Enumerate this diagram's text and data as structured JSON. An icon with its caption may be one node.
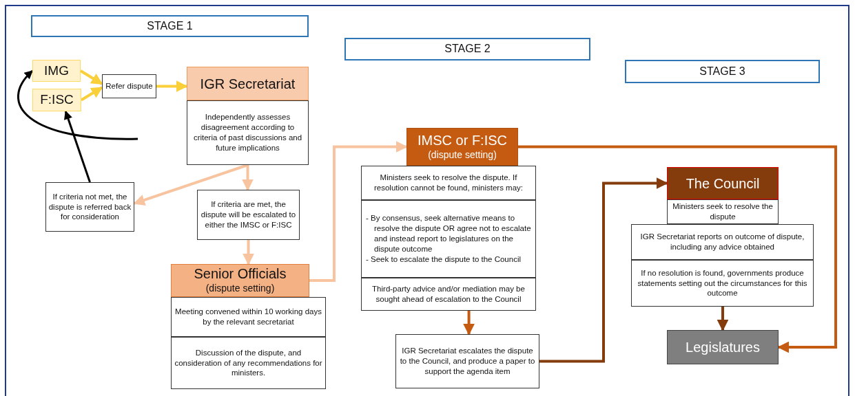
{
  "diagram": {
    "nodes": [
      {
        "text": [
          "STAGE 1"
        ]
      },
      {
        "text": [
          "STAGE 2"
        ]
      },
      {
        "text": [
          "STAGE 3"
        ]
      },
      {
        "text": [
          "IMG"
        ]
      },
      {
        "text": [
          "F:ISC"
        ]
      },
      {
        "text": [
          "Refer dispute"
        ]
      },
      {
        "text": [
          "IGR Secretariat",
          "Independently assesses disagreement according to criteria of past discussions and future implications"
        ]
      },
      {
        "text": [
          "If criteria not met, the dispute is referred back for consideration"
        ]
      },
      {
        "text": [
          "If criteria are met, the dispute will be escalated to either the IMSC or F:ISC"
        ]
      },
      {
        "text": [
          "Senior Officials",
          "(dispute setting)",
          "Meeting convened within 10 working days by the relevant secretariat",
          "Discussion of the dispute, and consideration of any recommendations for ministers."
        ]
      },
      {
        "text": [
          "IMSC or F:ISC",
          "(dispute setting)",
          "Ministers seek to resolve the dispute. If resolution cannot be found, ministers may:",
          "- By consensus, seek alternative means to resolve the dispute OR agree not to escalate and instead report to legislatures on the dispute outcome",
          "- Seek to escalate the dispute to the Council",
          "Third-party advice and/or mediation may be sought ahead of escalation to the Council"
        ]
      },
      {
        "text": [
          "IGR Secretariat escalates the dispute to the Council, and produce a paper to support the agenda item"
        ]
      },
      {
        "text": [
          "The Council",
          "Ministers seek to resolve the dispute",
          "IGR Secretariat reports on outcome of dispute, including any advice obtained",
          "If no resolution is found, governments produce statements setting out the circumstances for this outcome"
        ]
      },
      {
        "text": [
          "Legislatures"
        ]
      }
    ],
    "edges": [
      {
        "from": 3,
        "to": 5,
        "arrow": "to",
        "color": "#f9cf3a"
      },
      {
        "from": 4,
        "to": 5,
        "arrow": "to",
        "color": "#f9cf3a"
      },
      {
        "from": 5,
        "to": 6,
        "arrow": "to",
        "color": "#f9cf3a"
      },
      {
        "from": 6,
        "to": 7,
        "arrow": "to",
        "color": "#f8c4a0"
      },
      {
        "from": 6,
        "to": 8,
        "arrow": "to",
        "color": "#f8c4a0"
      },
      {
        "from": 7,
        "to": 4,
        "arrow": "to",
        "color": "#000000"
      },
      {
        "from": null,
        "to": 3,
        "arrow": "to",
        "color": "#000000"
      },
      {
        "from": 8,
        "to": 9,
        "arrow": "to",
        "color": "#f8c4a0"
      },
      {
        "from": 9,
        "to": 10,
        "arrow": "to",
        "color": "#f8c4a0"
      },
      {
        "from": 10,
        "to": 13,
        "arrow": "to",
        "color": "#c55a11"
      },
      {
        "from": 10,
        "to": 11,
        "arrow": "to",
        "color": "#c55a11"
      },
      {
        "from": 11,
        "to": 12,
        "arrow": "to",
        "color": "#843c0c"
      },
      {
        "from": 12,
        "to": 13,
        "arrow": "to",
        "color": "#843c0c"
      }
    ]
  }
}
